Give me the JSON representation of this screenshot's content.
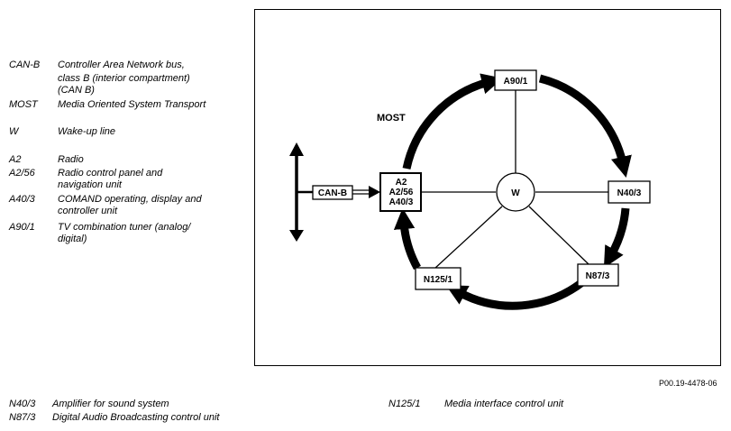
{
  "legend_top": [
    {
      "abbr": "CAN-B",
      "lines": [
        "Controller Area Network bus,",
        "class B (interior compartment)",
        "(CAN B)"
      ]
    },
    {
      "abbr": "MOST",
      "lines": [
        "Media Oriented System Transport"
      ]
    },
    {
      "abbr": "W",
      "lines": [
        "Wake-up line"
      ]
    },
    {
      "abbr": "A2",
      "lines": [
        "Radio"
      ]
    },
    {
      "abbr": "A2/56",
      "lines": [
        "Radio control panel and",
        "navigation unit"
      ]
    },
    {
      "abbr": "A40/3",
      "lines": [
        "COMAND operating, display and",
        "controller unit"
      ]
    },
    {
      "abbr": "A90/1",
      "lines": [
        "TV combination tuner (analog/",
        "digital)"
      ]
    }
  ],
  "legend_bottom": [
    {
      "abbr": "N40/3",
      "lines": [
        "Amplifier for sound system"
      ]
    },
    {
      "abbr": "N87/3",
      "lines": [
        "Digital Audio Broadcasting control unit"
      ]
    },
    {
      "abbr": "N125/1",
      "lines": [
        "Media interface control unit"
      ]
    }
  ],
  "diagram": {
    "ring_label": "MOST",
    "hub_label": "W",
    "bus_label": "CAN-B",
    "nodes": {
      "a90": "A90/1",
      "n40": "N40/3",
      "n87": "N87/3",
      "n125": "N125/1",
      "head_unit": [
        "A2",
        "A2/56",
        "A40/3"
      ]
    }
  },
  "figure_id": "P00.19-4478-06"
}
